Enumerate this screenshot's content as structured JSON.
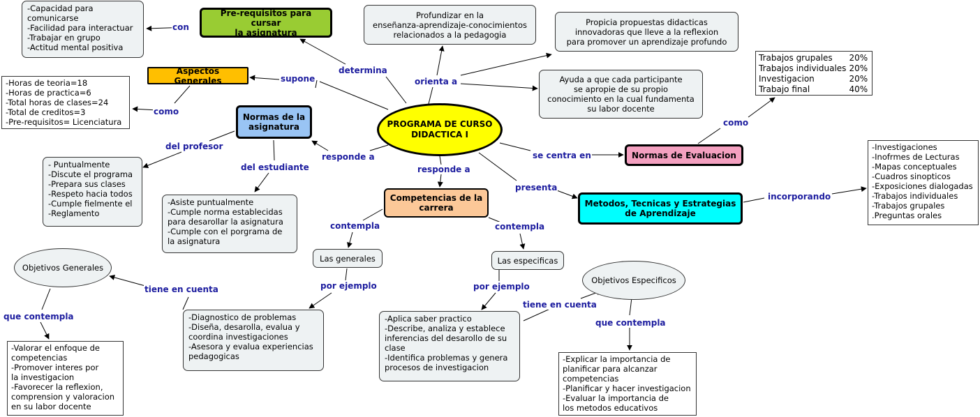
{
  "central": "PROGRAMA DE CURSO\nDIDACTICA I",
  "nodes": {
    "prerequisitos": "Pre-requisitos para cursar\nla asignatura",
    "prerequisitos_list": "-Capacidad para\n comunicarse\n-Facilidad para interactuar\n-Trabajar en grupo\n-Actitud mental positiva",
    "aspectos": "Aspectos Generales",
    "aspectos_list": "-Horas de teoria=18\n-Horas de practica=6\n-Total horas de clases=24\n-Total de creditos=3\n-Pre-requisitos= Licenciatura",
    "normas_asig": "Normas de la\nasignatura",
    "profesor_list": "- Puntualmente\n-Discute el programa\n-Prepara sus clases\n-Respeto hacia todos\n-Cumple fielmente el\n-Reglamento",
    "estudiante_list": "-Asiste puntualmente\n-Cumple norma establecidas\n para desarollar la asignatura\n-Cumple con el porgrama de\n la asignatura",
    "profundizar": "Profundizar en la\nenseñanza-aprendizaje-conocimientos\nrelacionados a la pedagogia",
    "propicia": "Propicia propuestas didacticas\ninnovadoras que lleve a la reflexion\npara promover un aprendizaje profundo",
    "ayuda": "Ayuda a que cada participante\nse apropie de su propio\nconocimiento en la cual fundamenta\nsu labor docente",
    "competencias": "Competencias de la\ncarrera",
    "generales": "Las generales",
    "especificas": "Las especificas",
    "obj_generales": "Objetivos Generales",
    "obj_especificos": "Objetivos Especificos",
    "generales_ej": "-Diagnostico de problemas\n-Diseña, desarolla, evalua y\n coordina investigaciones\n-Asesora y evalua experiencias\n pedagogicas",
    "especificas_ej": "-Aplica saber practico\n-Describe, analiza y establece\n inferencias del desarollo de su\n clase\n-Identifica problemas y genera\n procesos de investigacion",
    "obj_gen_list": "-Valorar el enfoque de\n competencias\n-Promover interes por\n la investigacion\n-Favorecer la reflexion,\n comprension y valoracion\n en su labor docente",
    "obj_esp_list": "-Explicar la importancia de\n planificar para alcanzar\n competencias\n-Planificar y hacer investigacion\n-Evaluar la importancia de\n los metodos educativos",
    "normas_eval": "Normas de Evaluacion",
    "metodos": "Metodos, Tecnicas y Estrategias\nde Aprendizaje",
    "metodos_list": "-Investigaciones\n-Inofrmes de Lecturas\n-Mapas conceptuales\n-Cuadros sinopticos\n-Exposiciones dialogadas\n-Trabajos individuales\n-Trabajos grupales\n.Preguntas orales"
  },
  "evaluation": [
    {
      "item": "Trabajos grupales",
      "pct": "20%"
    },
    {
      "item": "Trabajos individuales",
      "pct": "20%"
    },
    {
      "item": "Investigacion",
      "pct": "20%"
    },
    {
      "item": "Trabajo final",
      "pct": "40%"
    }
  ],
  "links": {
    "con": "con",
    "determina": "determina",
    "supone": "supone",
    "como1": "como",
    "orienta": "orienta a",
    "responde1": "responde a",
    "responde2": "responde a",
    "del_profesor": "del profesor",
    "del_estudiante": "del estudiante",
    "se_centra": "se centra en",
    "como2": "como",
    "presenta": "presenta",
    "incorporando": "incorporando",
    "contempla1": "contempla",
    "contempla2": "contempla",
    "por_ejemplo1": "por ejemplo",
    "por_ejemplo2": "por ejemplo",
    "tiene1": "tiene en cuenta",
    "tiene2": "tiene en cuenta",
    "que_contempla1": "que contempla",
    "que_contempla2": "que contempla"
  },
  "colors": {
    "central": "#ffff00",
    "prerequisitos": "#99cc33",
    "aspectos": "#ffbf00",
    "normas_asig": "#99c4f4",
    "competencias": "#fcc898",
    "normas_eval": "#f4a0c0",
    "metodos": "#00ffff",
    "link_text": "#1d1d9f",
    "soft_box": "#eef2f3"
  }
}
